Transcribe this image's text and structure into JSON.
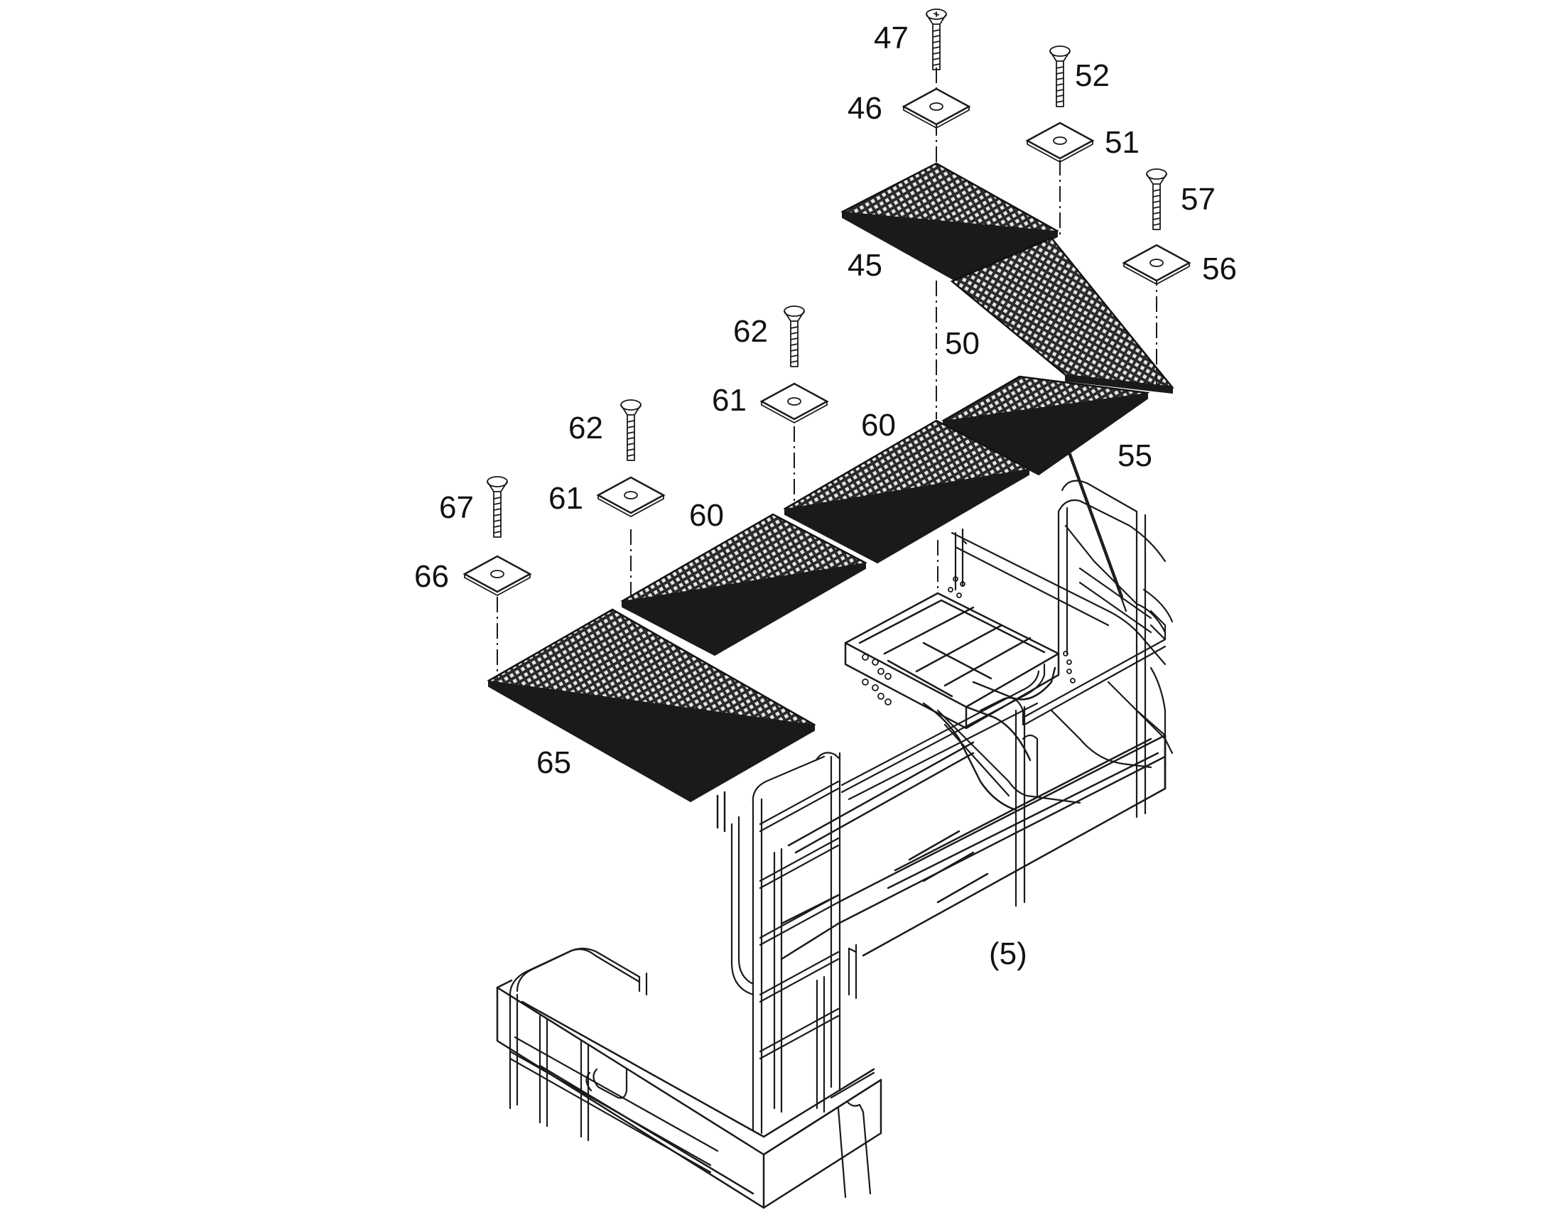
{
  "callouts": {
    "c47": "47",
    "c46": "46",
    "c52": "52",
    "c51": "51",
    "c57": "57",
    "c56": "56",
    "c45": "45",
    "c50": "50",
    "c55": "55",
    "c62a": "62",
    "c61a": "61",
    "c60a": "60",
    "c62b": "62",
    "c61b": "61",
    "c60b": "60",
    "c67": "67",
    "c66": "66",
    "c65": "65",
    "c5": "(5)"
  },
  "colors": {
    "ink": "#1a1a1a",
    "grating": "#2b2b2b",
    "background": "#ffffff"
  }
}
